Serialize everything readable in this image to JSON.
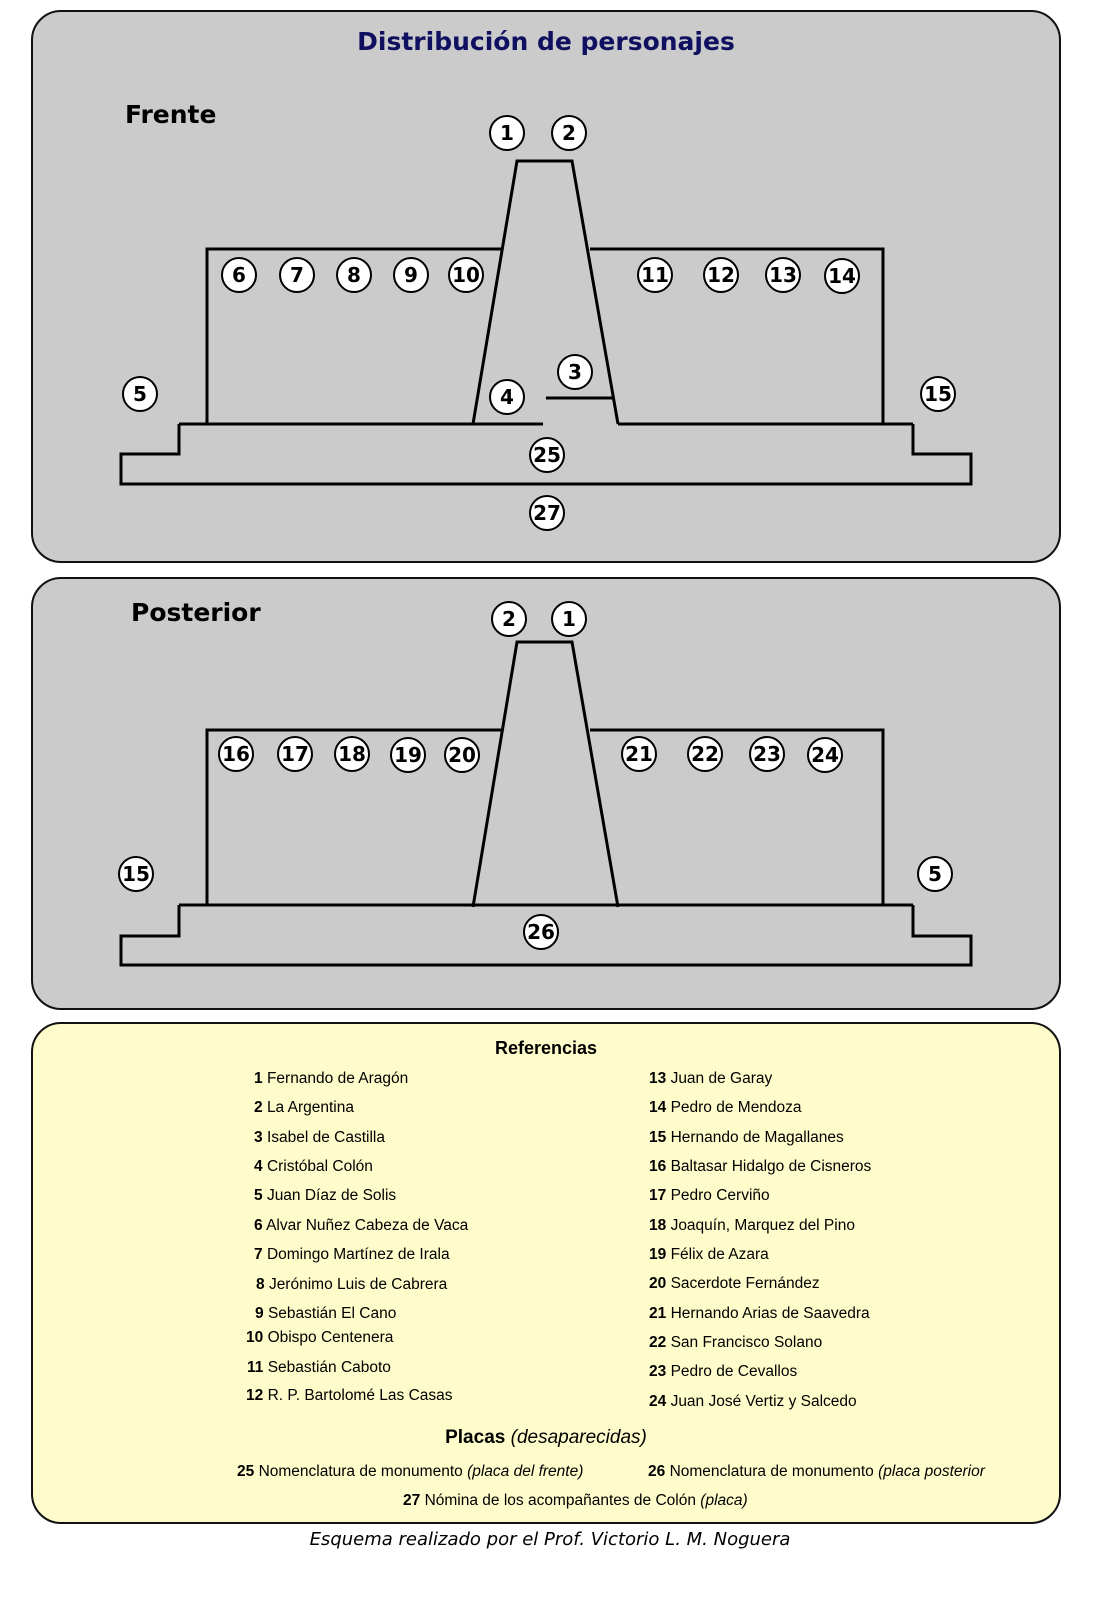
{
  "title": "Distribución de personajes",
  "front": {
    "label": "Frente",
    "markers": [
      "1",
      "2",
      "3",
      "4",
      "5",
      "6",
      "7",
      "8",
      "9",
      "10",
      "11",
      "12",
      "13",
      "14",
      "15",
      "25",
      "27"
    ]
  },
  "back": {
    "label": "Posterior",
    "markers": [
      "2",
      "1",
      "16",
      "17",
      "18",
      "19",
      "20",
      "21",
      "22",
      "23",
      "24",
      "15",
      "5",
      "26"
    ]
  },
  "references": {
    "heading": "Referencias",
    "items": [
      {
        "num": "1",
        "name": "Fernando de Aragón"
      },
      {
        "num": "2",
        "name": "La Argentina"
      },
      {
        "num": "3",
        "name": "Isabel de Castilla"
      },
      {
        "num": "4",
        "name": "Cristóbal Colón"
      },
      {
        "num": "5",
        "name": "Juan Díaz de Solis"
      },
      {
        "num": "6",
        "name": "Alvar Nuñez Cabeza de Vaca"
      },
      {
        "num": "7",
        "name": "Domingo Martínez de Irala"
      },
      {
        "num": "8",
        "name": "Jerónimo Luis de Cabrera"
      },
      {
        "num": "9",
        "name": "Sebastián El Cano"
      },
      {
        "num": "10",
        "name": "Obispo Centenera"
      },
      {
        "num": "11",
        "name": "Sebastián Caboto"
      },
      {
        "num": "12",
        "name": "R. P. Bartolomé Las Casas"
      },
      {
        "num": "13",
        "name": "Juan de Garay"
      },
      {
        "num": "14",
        "name": "Pedro de Mendoza"
      },
      {
        "num": "15",
        "name": "Hernando de Magallanes"
      },
      {
        "num": "16",
        "name": "Baltasar Hidalgo de Cisneros"
      },
      {
        "num": "17",
        "name": "Pedro Cerviño"
      },
      {
        "num": "18",
        "name": "Joaquín, Marquez del Pino"
      },
      {
        "num": "19",
        "name": "Félix de Azara"
      },
      {
        "num": "20",
        "name": "Sacerdote Fernández"
      },
      {
        "num": "21",
        "name": "Hernando Arias de Saavedra"
      },
      {
        "num": "22",
        "name": "San Francisco Solano"
      },
      {
        "num": "23",
        "name": "Pedro de Cevallos"
      },
      {
        "num": "24",
        "name": "Juan José Vertiz y Salcedo"
      }
    ]
  },
  "plaques": {
    "heading": "Placas",
    "heading_note": "(desaparecidas)",
    "items": [
      {
        "num": "25",
        "name": "Nomenclatura de monumento",
        "note": "(placa del frente)"
      },
      {
        "num": "26",
        "name": "Nomenclatura de monumento",
        "note": "(placa posterior"
      },
      {
        "num": "27",
        "name": "Nómina de los acompañantes de Colón",
        "note": "(placa)"
      }
    ]
  },
  "credit": "Esquema realizado por el Prof. Victorio L. M. Noguera"
}
